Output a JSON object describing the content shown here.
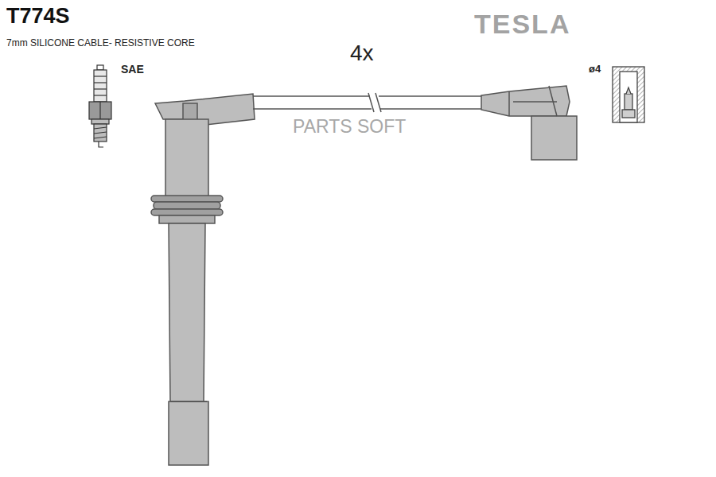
{
  "diagram": {
    "title": "T774S",
    "labels": [
      "7mm SILICONE CABLE- RESISTIVE CORE",
      "TESLA",
      "SAE",
      "4x",
      "ø4",
      "PARTS SOFT"
    ]
  }
}
